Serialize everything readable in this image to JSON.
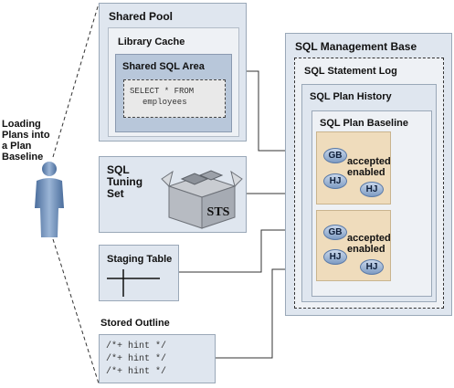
{
  "left_label": [
    "Loading",
    "Plans into",
    "a Plan",
    "Baseline"
  ],
  "shared_pool": {
    "title": "Shared Pool",
    "library_cache": "Library Cache",
    "shared_sql_area": "Shared SQL Area",
    "sql_lines": [
      "SELECT * FROM",
      "employees"
    ]
  },
  "sql_tuning_set": {
    "title_lines": [
      "SQL",
      "Tuning",
      "Set"
    ],
    "box_label": "STS"
  },
  "staging_table": {
    "title": "Staging Table"
  },
  "stored_outline": {
    "title": "Stored Outline",
    "hints": [
      "/*+ hint */",
      "/*+ hint */",
      "/*+ hint */"
    ]
  },
  "sql_management_base": {
    "title": "SQL Management Base",
    "statement_log": "SQL Statement Log",
    "plan_history": "SQL Plan History",
    "plan_baseline": "SQL Plan Baseline",
    "plans": [
      {
        "nodes": [
          "GB",
          "HJ",
          "HJ"
        ],
        "status_lines": [
          "accepted",
          "enabled"
        ]
      },
      {
        "nodes": [
          "GB",
          "HJ",
          "HJ"
        ],
        "status_lines": [
          "accepted",
          "enabled"
        ]
      }
    ]
  },
  "colors": {
    "panel_fill": "#dfe6ef",
    "panel_border": "#9aa8b8",
    "inner_fill": "#eef1f5",
    "plan_fill": "#efdcbc",
    "node_fill": "#9fb5d5"
  }
}
